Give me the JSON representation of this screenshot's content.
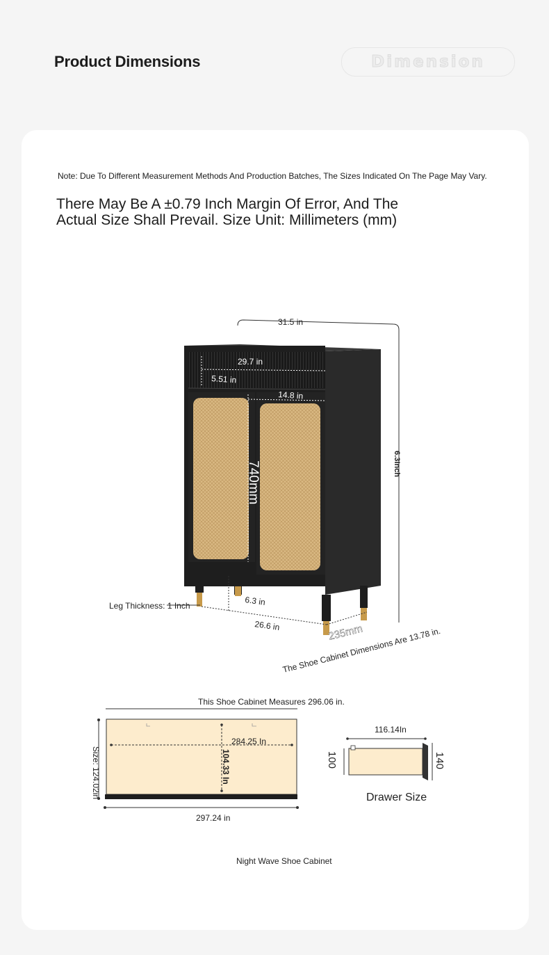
{
  "header": {
    "title": "Product Dimensions",
    "badge": "Dimension"
  },
  "note": "Note: Due To Different Measurement Methods And Production Batches, The Sizes Indicated On The Page May Vary.",
  "disclaimer": {
    "line1": "There May Be A ±0.79 Inch Margin Of Error, And The",
    "line2": "Actual Size Shall Prevail. Size Unit: Millimeters (mm)"
  },
  "cabinet": {
    "width_top": "31.5 in",
    "inner_width": "29.7 in",
    "drawer_height": "5.51 in",
    "door_width": "14.8 in",
    "door_height": "740mm",
    "total_height": "6.3Inch",
    "leg_height": "6.3 in",
    "base_width": "26.6 in",
    "base_depth": "235mm",
    "leg_thickness": "Leg Thickness: 1 Inch",
    "depth_note": "The Shoe Cabinet Dimensions Are 13.78 in."
  },
  "top_view": {
    "overall": "This Shoe Cabinet Measures 296.06 in.",
    "inner_width": "284.25 In",
    "inner_depth": "104.33 In",
    "side_size": "Size: 124.02in",
    "bottom_width": "297.24 in"
  },
  "drawer": {
    "width": "116.14In",
    "height_left": "100",
    "height_right": "140",
    "label": "Drawer Size"
  },
  "caption": "Night Wave Shoe Cabinet",
  "colors": {
    "background": "#f5f5f5",
    "card": "#ffffff",
    "wood_dark": "#1e1e1e",
    "rattan": "#d9b882",
    "brass": "#c79a4a",
    "drawer_fill": "#fdeccd"
  }
}
